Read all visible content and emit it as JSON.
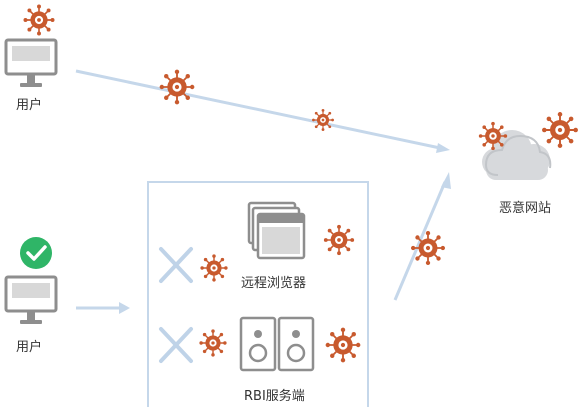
{
  "colors": {
    "arrow": "#c5d7ea",
    "virus": "#c85a2e",
    "cross": "#bfd3e8",
    "check": "#2fb567",
    "device_stroke": "#8e8e8e",
    "device_fill": "#d8d8d8",
    "cloud": "#d7d9dc",
    "box": "#c5d7ea"
  },
  "icons": {
    "virus": "virus-icon",
    "computer": "computer-icon",
    "check": "check-badge-icon",
    "cloud": "cloud-icon",
    "browser": "browser-window-icon",
    "server": "server-icon",
    "cross": "blocked-cross-icon"
  },
  "labels": {
    "user_top": "用户",
    "user_bottom": "用户",
    "malicious_site": "恶意网站",
    "remote_browser": "远程浏览器",
    "rbi_server": "RBI服务端"
  }
}
